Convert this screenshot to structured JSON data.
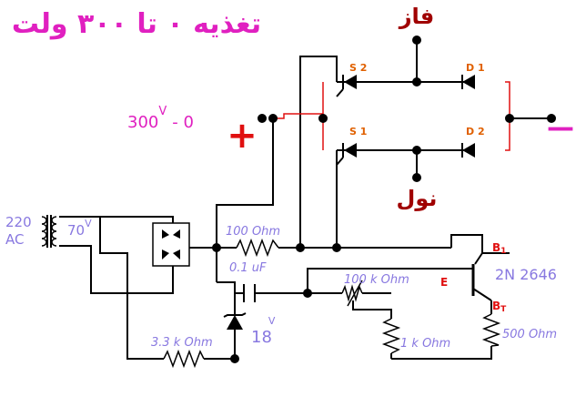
{
  "title": "تغذیه ۰ تا ۳۰۰ ولت",
  "labels": {
    "phase": "فاز",
    "neutral": "نول",
    "output_voltage": "300",
    "output_voltage_unit": "V",
    "output_dash_zero": "-  0",
    "plus": "+",
    "minus": "—",
    "ac_line1": "220",
    "ac_line2": "AC",
    "transformer_secondary": "70",
    "transformer_secondary_unit": "V",
    "r_100": "100  Ohm",
    "c_01": "0.1 uF",
    "r_100k": "100 k Ohm",
    "r_1k": "1 k Ohm",
    "r_33k": "3.3 k Ohm",
    "r_500": "500  Ohm",
    "zener": "18",
    "zener_unit": "V",
    "ujt": "2N  2646",
    "ujt_b1": "B",
    "ujt_b1_sub": "1",
    "ujt_b2": "B",
    "ujt_b2_sub": "T",
    "ujt_e": "E",
    "s1": "S 1",
    "s2": "S 2",
    "d1": "D 1",
    "d2": "D 2"
  },
  "colors": {
    "title": "#e020c0",
    "violet": "#8878e0",
    "red": "#e01010",
    "dark_red": "#a00000",
    "orange": "#e06000",
    "wire": "#000000"
  }
}
